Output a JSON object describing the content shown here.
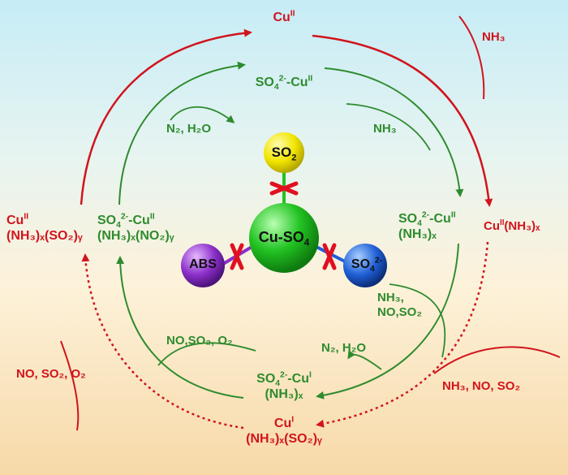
{
  "nodes": {
    "cu2_top": {
      "label": "Cu",
      "sup": "II"
    },
    "cu2_nh3_right": {
      "prefix": "Cu",
      "sup": "II",
      "suffix": "(NH₃)ₓ"
    },
    "cu1_bottom": {
      "line1": "Cu",
      "sup": "I",
      "line2": "(NH₃)ₓ(SO₂)ᵧ"
    },
    "cu2_left": {
      "line1": "Cu",
      "sup": "II",
      "line2": "(NH₃)ₓ(SO₂)ᵧ"
    }
  },
  "species": {
    "top": {
      "a": "SO",
      "a_sub": "4",
      "a_sup": "2-",
      "b": "-Cu",
      "b_sup": "II"
    },
    "right": {
      "a": "SO",
      "a_sub": "4",
      "a_sup": "2-",
      "b": "-Cu",
      "b_sup": "II",
      "line2": "(NH₃)ₓ"
    },
    "bottom": {
      "a": "SO",
      "a_sub": "4",
      "a_sup": "2-",
      "b": "-Cu",
      "b_sup": "I",
      "line2": "(NH₃)ₓ"
    },
    "left": {
      "a": "SO",
      "a_sub": "4",
      "a_sup": "2-",
      "b": "-Cu",
      "b_sup": "II",
      "line2": "(NH₃)ₓ(NO₂)ᵧ"
    }
  },
  "reagents": {
    "nh3_top_right": "NH₃",
    "nh3_inner": "NH₃",
    "n2_h2o_top": "N₂, H₂O",
    "nh3_no_so2_inner_l1": "NH₃,",
    "nh3_no_so2_inner_l2": "NO,SO₂",
    "n2_h2o_bottom": "N₂, H₂O",
    "no_so2_o2_inner": "NO,SO₂, O₂",
    "no_so2_o2_outer": "NO, SO₂, O₂",
    "nh3_no_so2_outer": "NH₃, NO, SO₂"
  },
  "center": {
    "core": {
      "label": "Cu-SO",
      "sub": "4",
      "color": "#22c322"
    },
    "so2": {
      "label": "SO",
      "sub": "2",
      "color": "#f2e600"
    },
    "abs": {
      "label": "ABS",
      "color": "#8b2fc9"
    },
    "so4": {
      "label": "SO",
      "sub": "4",
      "sup": "2-",
      "color": "#1f5fd6"
    }
  },
  "colors": {
    "red": "#d1141c",
    "green": "#2e8b2e"
  }
}
